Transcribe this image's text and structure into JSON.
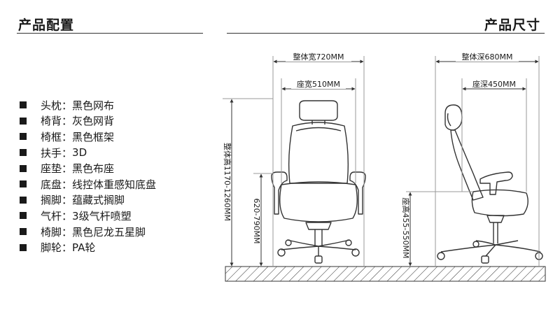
{
  "headers": {
    "left": "产品配置",
    "right": "产品尺寸"
  },
  "specs": [
    {
      "key": "头枕",
      "value": "黑色网布"
    },
    {
      "key": "椅背",
      "value": "灰色网背"
    },
    {
      "key": "椅框",
      "value": "黑色框架"
    },
    {
      "key": "扶手",
      "value": "3D"
    },
    {
      "key": "座垫",
      "value": "黑色布座"
    },
    {
      "key": "底盘",
      "value": "线控体重感知底盘"
    },
    {
      "key": "搁脚",
      "value": "蕴藏式搁脚"
    },
    {
      "key": "气杆",
      "value": "3级气杆喷塑"
    },
    {
      "key": "椅脚",
      "value": "黑色尼龙五星脚"
    },
    {
      "key": "脚轮",
      "value": "PA轮"
    }
  ],
  "separator": "：",
  "dimensions": {
    "overall_width": "整体宽720MM",
    "seat_width": "座宽510MM",
    "overall_height": "整体高1170-1260MM",
    "seat_height_front": "620-790MM",
    "overall_depth": "整体深680MM",
    "seat_depth": "座深450MM",
    "seat_height_side": "座高455-550MM"
  },
  "colors": {
    "text": "#1a1a1a",
    "line": "#333333",
    "guide": "#999999"
  }
}
